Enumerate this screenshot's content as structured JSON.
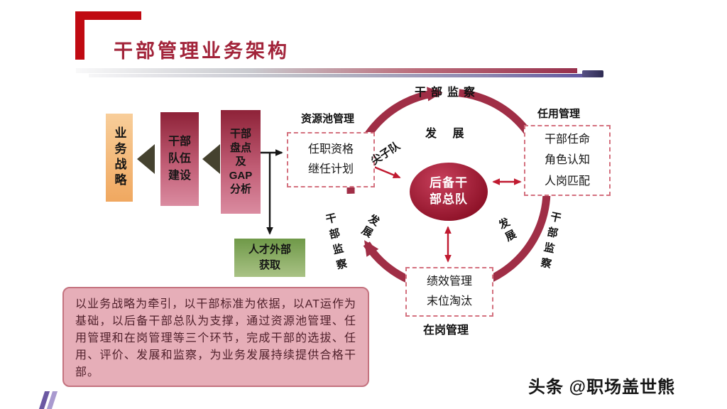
{
  "colors": {
    "title_red": "#A2243A",
    "bracket_red": "#C00A12",
    "arc_red": "#A02E46",
    "ellipse_red": "#8C1026",
    "panel_pink": "#E6AEB8",
    "panel_border": "#C4737F",
    "strategy_orange": "#F0A860",
    "maroon_box": "#8E2238",
    "external_green": "#6F9948"
  },
  "header": {
    "title": "干部管理业务架构"
  },
  "flow": {
    "strategy": "业务战略",
    "team": [
      "干部",
      "队伍",
      "建设"
    ],
    "gap": [
      "干部",
      "盘点",
      "及",
      "GAP",
      "分析"
    ],
    "external": [
      "人才外部",
      "获取"
    ]
  },
  "cycle": {
    "center": [
      "后备干",
      "部总队"
    ],
    "top_inspect": "干部监察",
    "top_develop": "发 展",
    "elite": "尖子队",
    "pool": {
      "label": "资源池管理",
      "lines": [
        "任职资格",
        "继任计划"
      ]
    },
    "appoint": {
      "label": "任用管理",
      "lines": [
        "干部任命",
        "角色认知",
        "人岗匹配"
      ]
    },
    "onjob": {
      "label": "在岗管理",
      "lines": [
        "绩效管理",
        "末位淘汰"
      ]
    },
    "left_develop": "发展",
    "left_inspect": "干部监察",
    "right_develop": "发展",
    "right_inspect": "干部监察"
  },
  "summary": "以业务战略为牵引，以干部标准为依据，以AT运作为基础，以后备干部总队为支撑，通过资源池管理、任用管理和在岗管理等三个环节，完成干部的选拔、任用、评价、发展和监察，为业务发展持续提供合格干部。",
  "watermark": "头条 @职场盖世熊"
}
